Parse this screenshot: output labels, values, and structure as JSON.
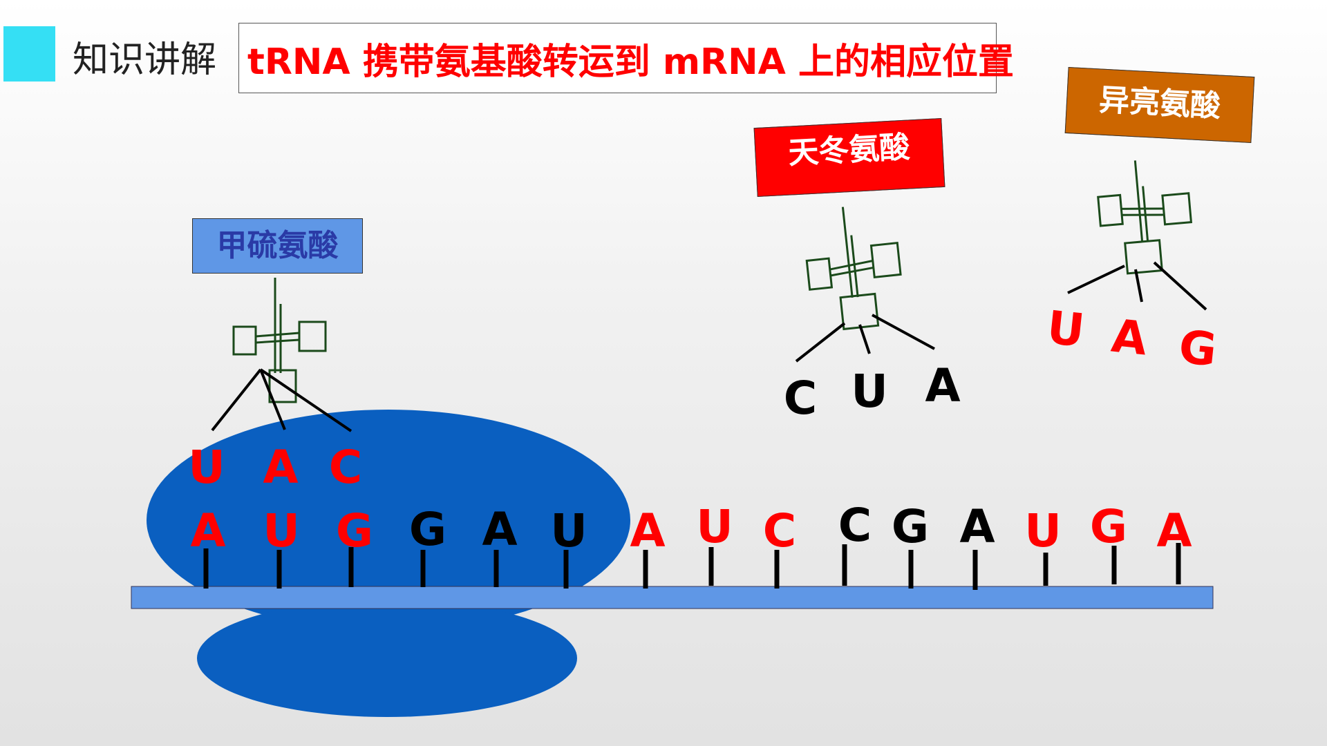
{
  "header": {
    "label": "知识讲解",
    "accent_color": "#35dff4"
  },
  "title": "tRNA 携带氨基酸转运到 mRNA 上的相应位置",
  "colors": {
    "ribosome": "#0a5fc0",
    "mrna_strand": "#5f97e6",
    "trna_outline": "#1b4a1b",
    "highlight_base": "#ff0000",
    "normal_base": "#000000"
  },
  "mrna": {
    "bases": [
      {
        "letter": "A",
        "color": "#ff0000"
      },
      {
        "letter": "U",
        "color": "#ff0000"
      },
      {
        "letter": "G",
        "color": "#ff0000"
      },
      {
        "letter": "G",
        "color": "#000000"
      },
      {
        "letter": "A",
        "color": "#000000"
      },
      {
        "letter": "U",
        "color": "#000000"
      },
      {
        "letter": "A",
        "color": "#ff0000"
      },
      {
        "letter": "U",
        "color": "#ff0000"
      },
      {
        "letter": "C",
        "color": "#ff0000"
      },
      {
        "letter": "C",
        "color": "#000000"
      },
      {
        "letter": "G",
        "color": "#000000"
      },
      {
        "letter": "A",
        "color": "#000000"
      },
      {
        "letter": "U",
        "color": "#ff0000"
      },
      {
        "letter": "G",
        "color": "#ff0000"
      },
      {
        "letter": "A",
        "color": "#ff0000"
      }
    ]
  },
  "trnas": [
    {
      "amino_acid": "甲硫氨酸",
      "anticodon": [
        "U",
        "A",
        "C"
      ],
      "anticodon_color": "#ff0000",
      "box_color": "#5f97e6",
      "text_color": "#2a3aa6"
    },
    {
      "amino_acid": "天冬氨酸",
      "anticodon": [
        "C",
        "U",
        "A"
      ],
      "anticodon_color": "#000000",
      "box_color": "#ff0000",
      "text_color": "#ffffff"
    },
    {
      "amino_acid": "异亮氨酸",
      "anticodon": [
        "U",
        "A",
        "G"
      ],
      "anticodon_color": "#ff0000",
      "box_color": "#cc6600",
      "text_color": "#ffffff"
    }
  ]
}
